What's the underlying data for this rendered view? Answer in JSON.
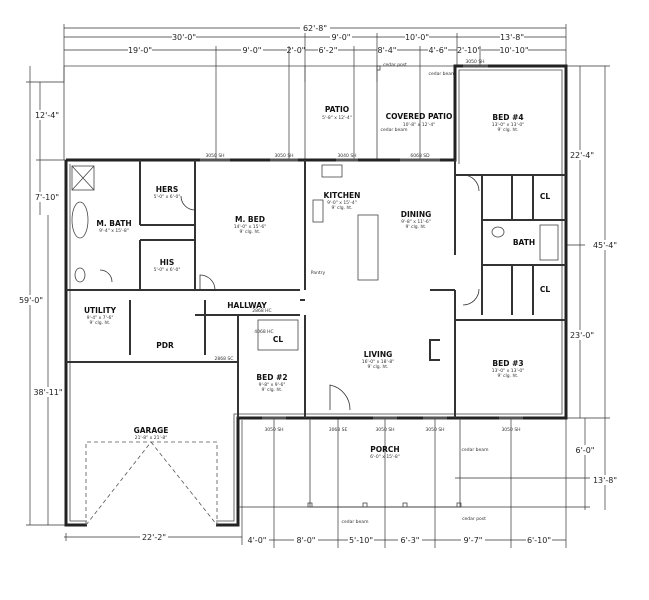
{
  "dimensions": {
    "top_overall": "62'-8\"",
    "top_row2": [
      "30'-0\"",
      "9'-0\"",
      "10'-0\"",
      "13'-8\""
    ],
    "top_row3": [
      "19'-0\"",
      "9'-0\"",
      "2'-0\"",
      "6'-2\"",
      "8'-4\"",
      "4'-6\"",
      "2'-10\"",
      "10'-10\""
    ],
    "left": [
      "12'-4\"",
      "7'-10\"",
      "59'-0\"",
      "38'-11\""
    ],
    "right": [
      "22'-4\"",
      "45'-4\"",
      "23'-0\"",
      "6'-0\"",
      "13'-8\""
    ],
    "bottom": [
      "22'-2\"",
      "4'-0\"",
      "8'-0\"",
      "5'-10\"",
      "6'-3\"",
      "9'-7\"",
      "6'-10\""
    ]
  },
  "rooms": {
    "patio": {
      "name": "PATIO",
      "size": "5'-8\" x 12'-4\""
    },
    "covered_patio": {
      "name": "COVERED PATIO",
      "size": "10'-8\" x 12'-4\""
    },
    "bed4": {
      "name": "BED #4",
      "size": "13'-0\" x 13'-0\"",
      "ceiling": "9' clg. ht."
    },
    "m_bath": {
      "name": "M. BATH",
      "size": "9'-4\" x 15'-8\""
    },
    "hers": {
      "name": "HERS",
      "size": "5'-0\" x 6'-0\""
    },
    "his": {
      "name": "HIS",
      "size": "5'-0\" x 6'-0\""
    },
    "m_bed": {
      "name": "M. BED",
      "size": "14'-0\" x 15'-6\"",
      "ceiling": "9' clg. ht."
    },
    "kitchen": {
      "name": "KITCHEN",
      "size": "9'-0\" x 15'-4\"",
      "ceiling": "9' clg. ht."
    },
    "dining": {
      "name": "DINING",
      "size": "9'-8\" x 11'-6\"",
      "ceiling": "9' clg. ht."
    },
    "pantry": {
      "name": "Pantry"
    },
    "bath": {
      "name": "BATH"
    },
    "cl_top": {
      "name": "CL"
    },
    "cl_bottom": {
      "name": "CL"
    },
    "hallway": {
      "name": "HALLWAY"
    },
    "utility": {
      "name": "UTILITY",
      "size": "9'-4\" x 7'-6\"",
      "ceiling": "9' clg. ht."
    },
    "pdr": {
      "name": "PDR"
    },
    "cl_hall": {
      "name": "CL"
    },
    "bed2": {
      "name": "BED #2",
      "size": "9'-8\" x 9'-6\"",
      "ceiling": "9' clg. ht."
    },
    "living": {
      "name": "LIVING",
      "size": "16'-0\" x 18'-8\"",
      "ceiling": "9' clg. ht."
    },
    "bed3": {
      "name": "BED #3",
      "size": "13'-0\" x 13'-0\"",
      "ceiling": "9' clg. ht."
    },
    "garage": {
      "name": "GARAGE",
      "size": "21'-8\" x 21'-8\""
    },
    "porch": {
      "name": "PORCH",
      "size": "6'-0\" x 15'-8\""
    }
  },
  "windows": {
    "w1": "3050 SH",
    "w2": "3050 SH",
    "w3": "3040 SH",
    "w4": "6068 SD",
    "w5": "3050 SH",
    "w6": "3050 SH",
    "w7": "3068 SE",
    "w8": "3050 SH",
    "w9": "3050 SH",
    "w10": "3050 SH"
  },
  "annotations": {
    "cedar_post": "cedar post",
    "cedar_beam": "cedar beam",
    "door_4068": "4068 HC",
    "door_2868": "2868 HC",
    "door_2868_sc": "2868 SC"
  }
}
